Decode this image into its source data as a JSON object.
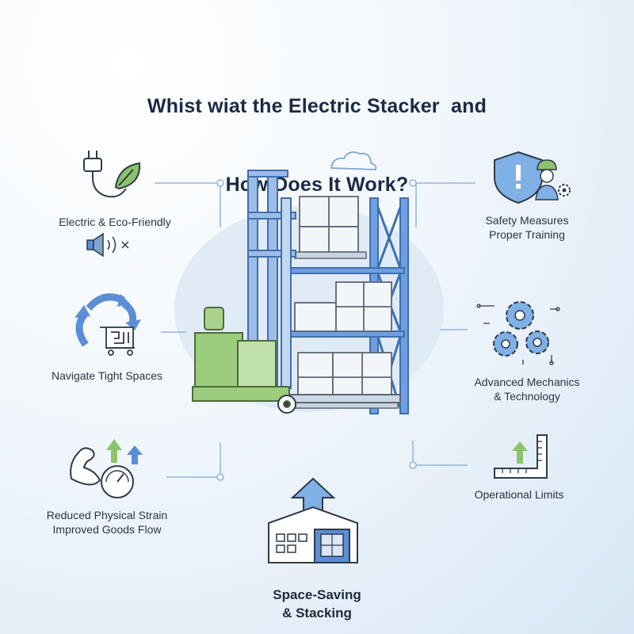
{
  "title": {
    "line1": "Whist wiat the Electric Stacker  and",
    "line2": "How Does It Work?"
  },
  "features": {
    "electric": {
      "label": "Electric & Eco-Friendly",
      "icon": "plug-leaf-icon"
    },
    "navigate": {
      "label": "Navigate Tight Spaces",
      "icon": "maze-cart-icon"
    },
    "strain": {
      "line1": "Reduced Physical Strain",
      "line2": "Improved Goods Flow",
      "icon": "arm-gauge-icon"
    },
    "space": {
      "line1": "Space-Saving",
      "line2": "& Stacking",
      "icon": "warehouse-arrow-icon"
    },
    "safety": {
      "line1": "Safety Measures",
      "line2": "Proper Training",
      "icon": "shield-worker-icon"
    },
    "mechanics": {
      "line1": "Advanced Mechanics",
      "line2": "& Technology",
      "icon": "gears-icon"
    },
    "limits": {
      "label": "Operational Limits",
      "icon": "ruler-arrow-icon"
    }
  },
  "colors": {
    "title": "#1b2a44",
    "mast_blue": "#5b8ed6",
    "stacker_green": "#9ccc7e",
    "accent_green": "#8cc46b",
    "line_blue": "#8fb6dc"
  }
}
